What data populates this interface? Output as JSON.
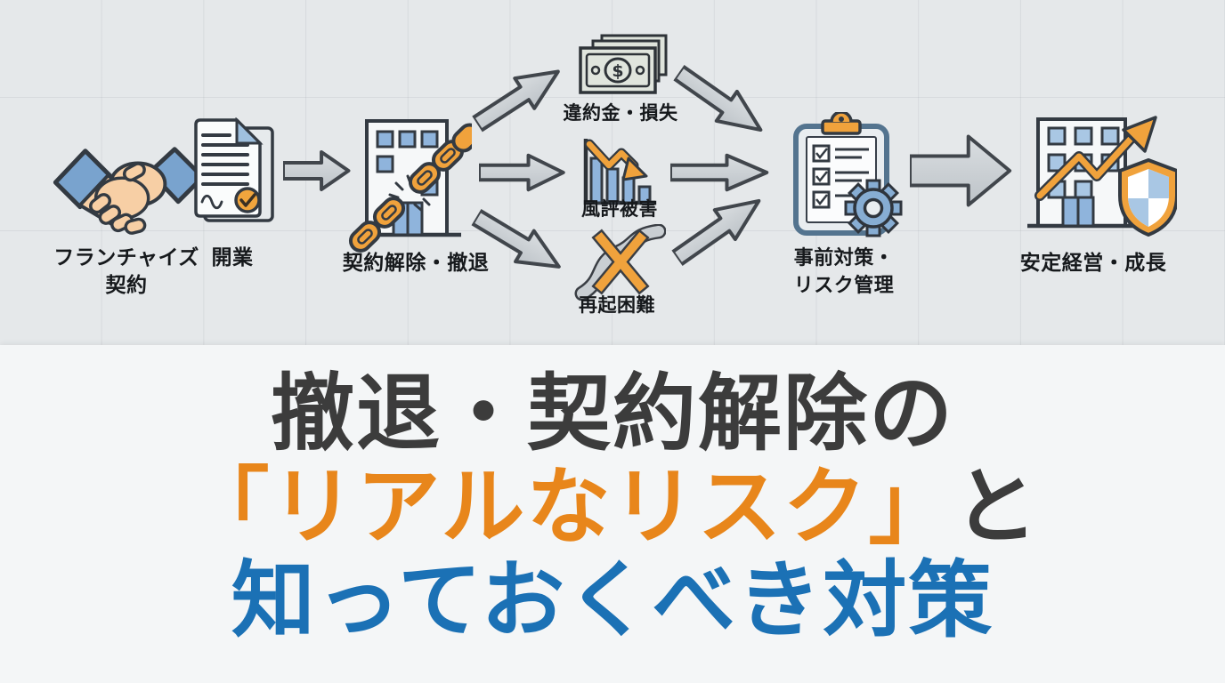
{
  "flow": {
    "money_symbol": "$",
    "nodes": [
      {
        "id": "franchise",
        "icon": "handshake-icon",
        "label_line1": "フランチャイズ",
        "label_line2": "契約"
      },
      {
        "id": "opening",
        "icon": "contract-document-icon",
        "label_line1": "開業"
      },
      {
        "id": "termination",
        "icon": "building-broken-chain-icon",
        "label_line1": "契約解除・撤退"
      },
      {
        "id": "penalty",
        "icon": "money-bills-icon",
        "label_line1": "違約金・損失"
      },
      {
        "id": "reputation",
        "icon": "declining-bar-chart-icon",
        "label_line1": "風評被害"
      },
      {
        "id": "restart",
        "icon": "blocked-road-icon",
        "label_line1": "再起困難"
      },
      {
        "id": "measures",
        "icon": "clipboard-gear-icon",
        "label_line1": "事前対策・",
        "label_line2": "リスク管理"
      },
      {
        "id": "stability",
        "icon": "building-growth-shield-icon",
        "label_line1": "安定経営・成長"
      }
    ]
  },
  "title": {
    "line1": "撤退・契約解除の",
    "line2_highlight": "「リアルなリスク」",
    "line2_suffix": "と",
    "line3": "知っておくべき対策"
  },
  "colors": {
    "accent_orange": "#E8861B",
    "accent_blue": "#1B71B5",
    "title_dark": "#3C3C3C",
    "icon_orange": "#F0A23C",
    "icon_blue": "#8FB4DC",
    "arrow_gray": "#C9CED3",
    "outline_dark": "#333A42",
    "flow_bg": "#E5E8EA",
    "title_bg": "#F4F6F7"
  }
}
